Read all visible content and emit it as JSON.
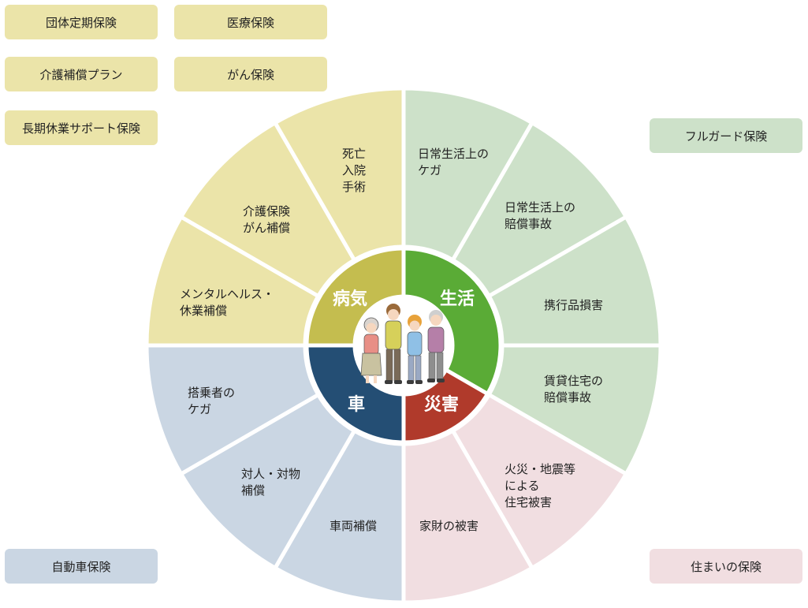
{
  "products": {
    "sick": [
      "団体定期保険",
      "医療保険",
      "介護補償プラン",
      "がん保険",
      "長期休業サポート保険"
    ],
    "life": "フルガード保険",
    "car": "自動車保険",
    "home": "住まいの保険"
  },
  "categories": {
    "sick": "病気",
    "life": "生活",
    "car": "車",
    "home": "災害"
  },
  "segments": [
    {
      "cat": "life",
      "lines": [
        "日常生活上の",
        "ケガ"
      ]
    },
    {
      "cat": "life",
      "lines": [
        "日常生活上の",
        "賠償事故"
      ]
    },
    {
      "cat": "life",
      "lines": [
        "携行品損害"
      ]
    },
    {
      "cat": "life",
      "lines": [
        "賃貸住宅の",
        "賠償事故"
      ]
    },
    {
      "cat": "home",
      "lines": [
        "火災・地震等",
        "による",
        "住宅被害"
      ]
    },
    {
      "cat": "home",
      "lines": [
        "家財の被害"
      ]
    },
    {
      "cat": "car",
      "lines": [
        "車両補償"
      ]
    },
    {
      "cat": "car",
      "lines": [
        "対人・対物",
        "補償"
      ]
    },
    {
      "cat": "car",
      "lines": [
        "搭乗者の",
        "ケガ"
      ]
    },
    {
      "cat": "sick",
      "lines": [
        "メンタルヘルス・",
        "休業補償"
      ]
    },
    {
      "cat": "sick",
      "lines": [
        "介護保険",
        "がん補償"
      ]
    },
    {
      "cat": "sick",
      "lines": [
        "死亡",
        "入院",
        "手術"
      ]
    }
  ],
  "colors": {
    "sick_outer": "#ebe4a9",
    "sick_inner": "#c4bd4f",
    "life_outer": "#cde1c9",
    "life_inner": "#5aab36",
    "car_outer": "#cad6e3",
    "car_inner": "#244e74",
    "home_outer": "#f1dee1",
    "home_inner": "#b03a2b"
  },
  "icons": {
    "center": "family-illustration-icon"
  }
}
